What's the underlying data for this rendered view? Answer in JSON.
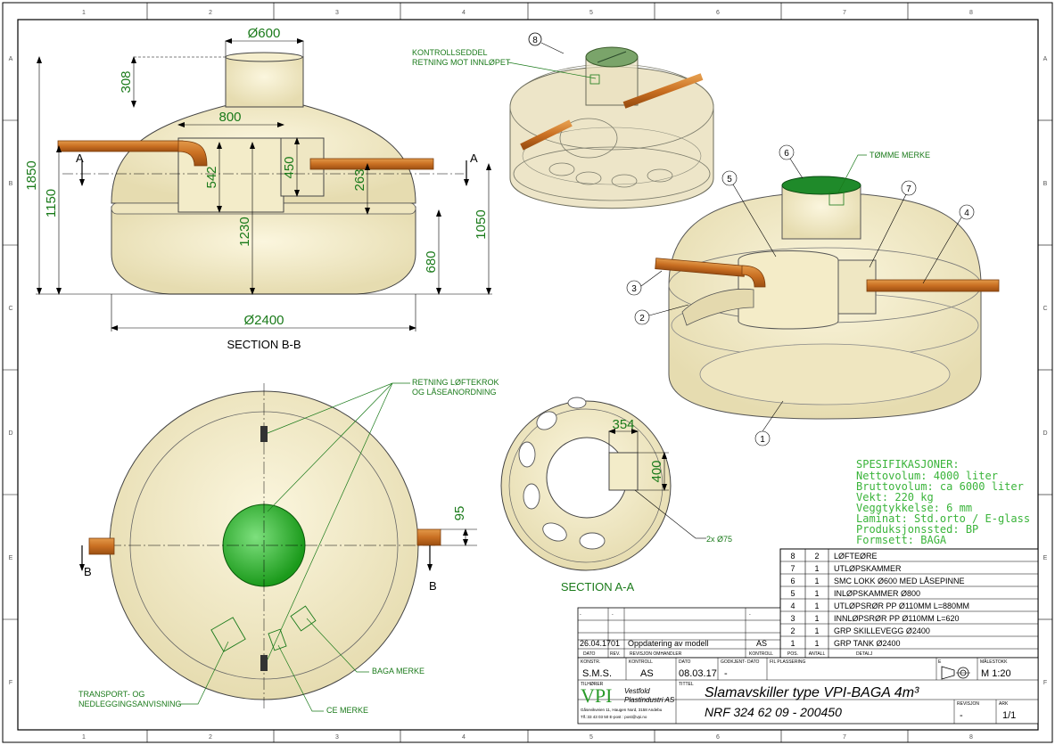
{
  "grid": {
    "columns": [
      "1",
      "2",
      "3",
      "4",
      "5",
      "6",
      "7",
      "8"
    ],
    "rows": [
      "A",
      "B",
      "C",
      "D",
      "E",
      "F"
    ]
  },
  "section_bb": {
    "title": "SECTION B-B",
    "cut_letter": "A",
    "dims": {
      "d600": "Ø600",
      "h308": "308",
      "w800": "800",
      "h1850": "1850",
      "h1150": "1150",
      "h542": "542",
      "h450": "450",
      "h263": "263",
      "h1230": "1230",
      "h1050": "1050",
      "h680": "680",
      "d2400": "Ø2400"
    }
  },
  "iso_top": {
    "balloon": "8",
    "note_line1": "KONTROLLSEDDEL",
    "note_line2": "RETNING MOT INNLØPET"
  },
  "iso_main": {
    "note": "TØMME MERKE",
    "balloons": [
      "1",
      "2",
      "3",
      "4",
      "5",
      "6",
      "7"
    ]
  },
  "plan": {
    "note1_line1": "RETNING LØFTEKROK",
    "note1_line2": "OG LÅSEANORDNING",
    "dim95": "95",
    "cut_letter": "B",
    "baga_label": "BAGA MERKE",
    "transport_line1": "TRANSPORT-  OG",
    "transport_line2": "NEDLEGGINGSANVISNING",
    "ce_label": "CE MERKE"
  },
  "section_aa": {
    "title": "SECTION A-A",
    "dim354": "354",
    "dim400": "400",
    "holes": "2x Ø75"
  },
  "specs": {
    "title": "SPESIFIKASJONER:",
    "lines": [
      "Nettovolum:  4000 liter",
      "Bruttovolum:  ca 6000 liter",
      "Vekt:  220 kg",
      "Veggtykkelse:  6 mm",
      "Laminat:  Std.orto / E-glass",
      "Produksjonssted:  BP",
      "Formsett:  BAGA"
    ]
  },
  "bom": {
    "rows": [
      {
        "pos": "8",
        "qty": "2",
        "desc": "LØFTEØRE"
      },
      {
        "pos": "7",
        "qty": "1",
        "desc": "UTLØPSKAMMER"
      },
      {
        "pos": "6",
        "qty": "1",
        "desc": "SMC LOKK Ø600 MED  LÅSEPINNE"
      },
      {
        "pos": "5",
        "qty": "1",
        "desc": "INLØPSKAMMER Ø800"
      },
      {
        "pos": "4",
        "qty": "1",
        "desc": "UTLØPSRØR PP Ø110MM L=880MM"
      },
      {
        "pos": "3",
        "qty": "1",
        "desc": "INNLØPSRØR PP Ø110MM L=620"
      },
      {
        "pos": "2",
        "qty": "1",
        "desc": "GRP SKILLEVEGG Ø2400"
      },
      {
        "pos": "1",
        "qty": "1",
        "desc": "GRP TANK Ø2400"
      }
    ],
    "headers": {
      "pos": "POS.",
      "qty": "ANTALL",
      "desc": "DETALJ"
    }
  },
  "titleblock": {
    "rev_empty": [
      "-",
      "-",
      "-"
    ],
    "rev_date": "26.04.17",
    "rev_no": "01",
    "rev_desc": "Oppdatering av modell",
    "rev_sign": "AS",
    "h_dato": "DATO",
    "h_rev": "REV.",
    "h_revisjon": "REVISJON OMHANDLER",
    "h_kontroll": "KONTROLL",
    "h_konstr": "KONSTR.",
    "h_kontroll2": "KONTROLL",
    "h_dato2": "DATO",
    "h_godkjent": "GODKJENT- DATO",
    "h_filplass": "FIL PLASSERING",
    "h_e": "E",
    "h_malestokk": "MÅLESTOKK",
    "konstr": "S.M.S.",
    "kontroll": "AS",
    "dato": "08.03.17",
    "godkjent": "-",
    "scale": "M 1:20",
    "h_tilhorer": "TILHØRER",
    "h_tittel": "TITTEL",
    "logo": "VPI",
    "company_line1": "Vestfold",
    "company_line2": "Plastindustri AS",
    "address1": "Gåsevikveien 11, Haugen Nord, 3158 Andebu",
    "address2": "Tlf.:33 43 03 50   E-post : post@vpi.no",
    "title": "Slamavskiller type VPI-BAGA  4m³",
    "drawing_no": "NRF 324 62 09 - 200450",
    "h_revisjon2": "REVISJON",
    "h_ark": "ARK",
    "revisjon": "-",
    "ark": "1/1"
  }
}
